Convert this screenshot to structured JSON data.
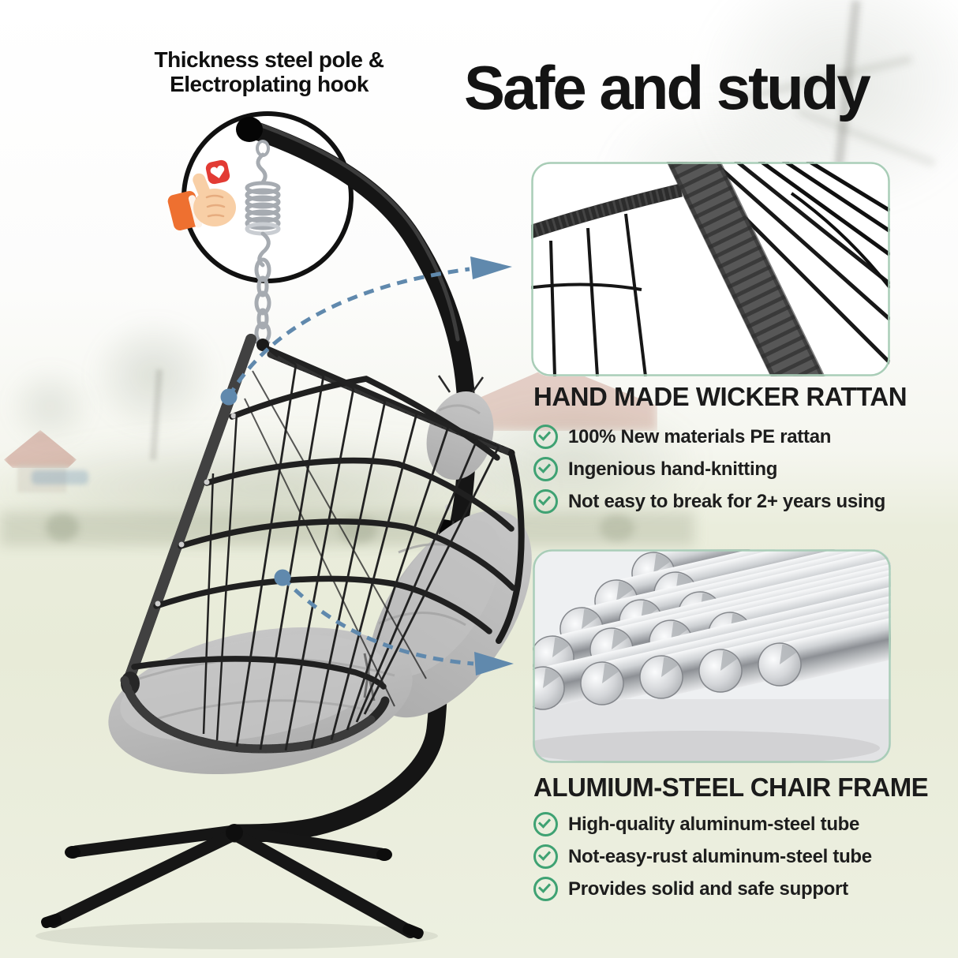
{
  "callout": {
    "line1": "Thickness steel pole &",
    "line2": "Electroplating hook",
    "icons": [
      "thumbs-up-icon",
      "heart-like-icon",
      "spring-hook-icon",
      "chain-icon"
    ]
  },
  "title": "Safe and study",
  "sections": [
    {
      "heading": "HAND MADE WICKER RATTAN",
      "image": "wicker-rattan-closeup",
      "bullets": [
        "100% New materials PE rattan",
        "Ingenious hand-knitting",
        "Not easy to break for 2+ years using"
      ]
    },
    {
      "heading": "ALUMIUM-STEEL CHAIR FRAME",
      "image": "steel-rods-closeup",
      "bullets": [
        "High-quality aluminum-steel tube",
        "Not-easy-rust aluminum-steel tube",
        "Provides solid and safe support"
      ]
    }
  ],
  "colors": {
    "check_green": "#3fa273",
    "arrow_blue": "#6089ad",
    "inset_border": "#a9cdb7",
    "text_dark": "#1d1d1d",
    "frame_black": "#161616",
    "cushion_gray": "#b9b9b9",
    "accent_orange": "#ee7030",
    "heart_red": "#e23b34"
  }
}
